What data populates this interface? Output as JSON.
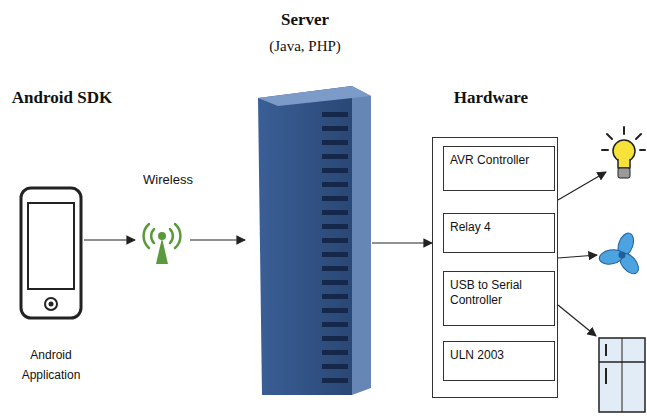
{
  "diagram": {
    "nodes": [
      {
        "text": [
          "Android SDK",
          "Android Application"
        ]
      },
      {
        "text": [
          "Wireless"
        ]
      },
      {
        "text": [
          "Server",
          "(Java, PHP)"
        ]
      },
      {
        "text": [
          "Hardware"
        ]
      },
      {
        "text": [
          "AVR Controller"
        ],
        "in": 3
      },
      {
        "text": [
          "Relay 4"
        ],
        "in": 3
      },
      {
        "text": [
          "USB to Serial Controller"
        ],
        "in": 3
      },
      {
        "text": [
          "ULN 2003"
        ],
        "in": 3
      }
    ],
    "edges": [
      {
        "from": 0,
        "to": 1,
        "arrow": "to"
      },
      {
        "from": 1,
        "to": 2,
        "arrow": "to"
      },
      {
        "from": 2,
        "to": 3,
        "arrow": "to"
      }
    ]
  }
}
